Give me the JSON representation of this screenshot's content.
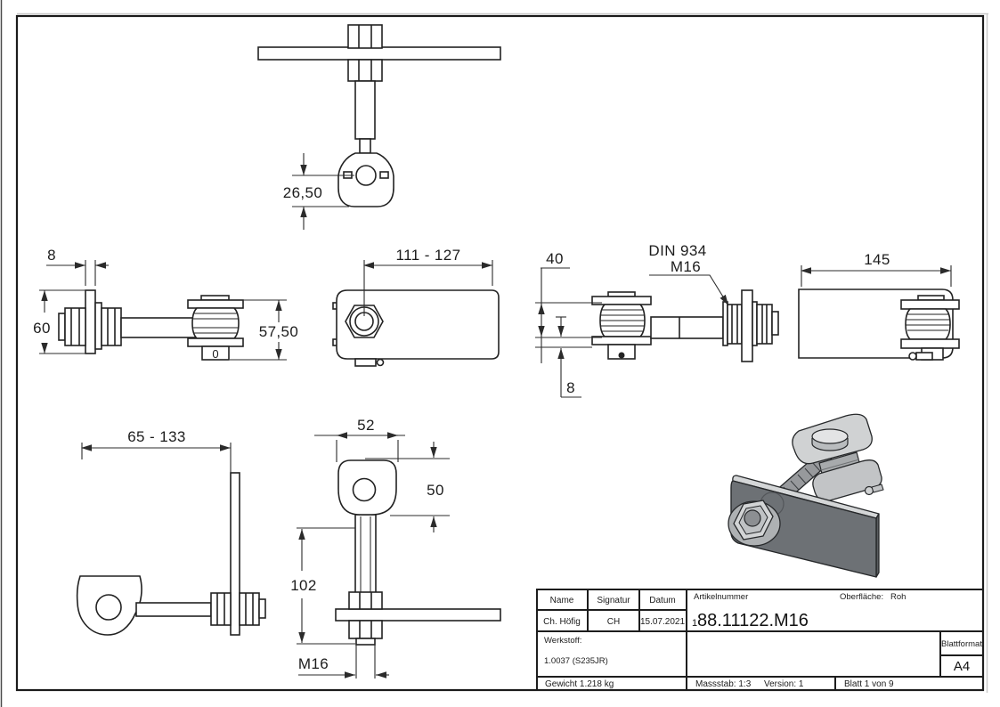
{
  "colors": {
    "line": "#222222",
    "paper": "#ffffff",
    "plate_3d_face": "#6d7175",
    "plate_3d_top": "#d4d6d7",
    "plate_3d_end": "#5a5d60",
    "metal_light": "#d2d4d5",
    "metal_mid": "#aaadb0",
    "rod_3d": "#97999c"
  },
  "dimensions": {
    "top_view": {
      "height_26_50": "26,50"
    },
    "left_side_view": {
      "thickness_8": "8",
      "height_60": "60",
      "height_57_50": "57,50",
      "zero": "0"
    },
    "front_view": {
      "range_111_127": "111 - 127"
    },
    "right_side_view": {
      "height_40": "40",
      "thickness_8": "8"
    },
    "rear_view": {
      "length_145": "145"
    },
    "bottom_left_view": {
      "range_65_133": "65 - 133"
    },
    "bottom_center_view": {
      "width_52": "52",
      "height_50": "50",
      "length_102": "102",
      "thread": "M16"
    }
  },
  "callouts": {
    "din": {
      "line1": "DIN 934",
      "line2": "M16"
    }
  },
  "title_block": {
    "name_label": "Name",
    "signature_label": "Signatur",
    "date_label": "Datum",
    "name_value": "Ch. Höfig",
    "signature_value": "CH",
    "date_value": "15.07.2021",
    "article_label": "Artikelnummer",
    "article_prefix": "1",
    "article_number": "88.11122.M16",
    "surface_label": "Oberfläche:",
    "surface_value": "Roh",
    "material_label": "Werkstoff:",
    "material_value": "1.0037 (S235JR)",
    "weight": "Gewicht 1.218 kg",
    "scale": "Massstab: 1:3",
    "version": "Version: 1",
    "sheet_info": "Blatt 1 von 9",
    "format_label": "Blattformat",
    "format_value": "A4"
  }
}
